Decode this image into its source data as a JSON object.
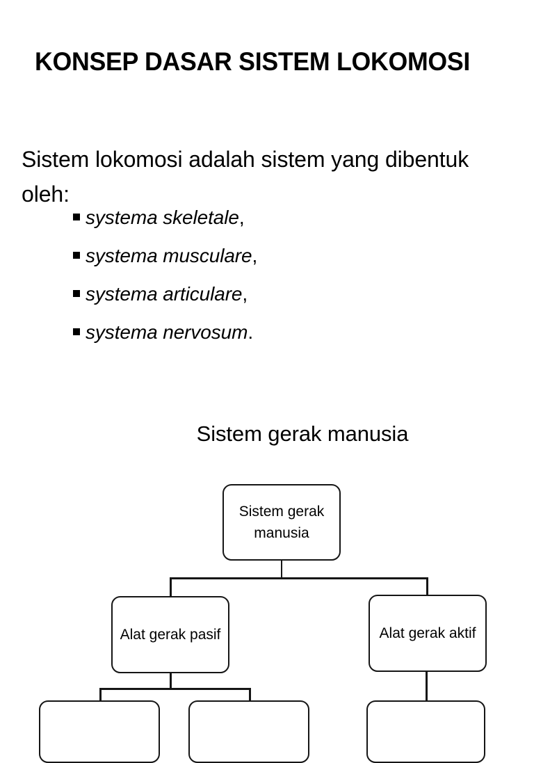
{
  "slide": {
    "title": "KONSEP DASAR SISTEM LOKOMOSI",
    "paragraph": "Sistem lokomosi adalah sistem yang dibentuk oleh:",
    "bullets": [
      {
        "text": "systema skeletale",
        "punct": ","
      },
      {
        "text": "systema musculare",
        "punct": ","
      },
      {
        "text": "systema articulare",
        "punct": ","
      },
      {
        "text": "systema nervosum",
        "punct": "."
      }
    ],
    "diagram_heading": "Sistem gerak manusia",
    "diagram": {
      "root": "Sistem gerak manusia",
      "children": [
        {
          "label": "Alat gerak pasif"
        },
        {
          "label": "Alat gerak aktif"
        }
      ],
      "leaves": [
        {
          "label": ""
        },
        {
          "label": ""
        },
        {
          "label": ""
        }
      ]
    },
    "colors": {
      "background": "#ffffff",
      "text": "#000000",
      "node_border": "#151515",
      "connector": "#151515"
    }
  }
}
